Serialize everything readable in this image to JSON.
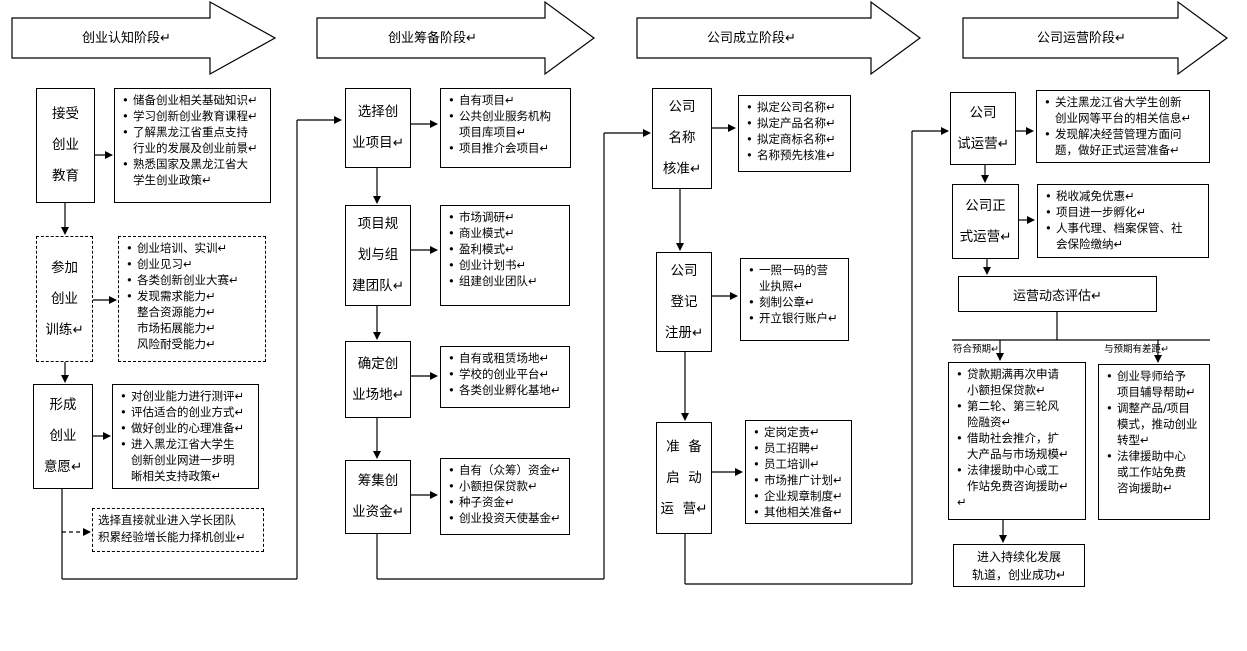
{
  "stages": [
    {
      "title": "创业认知阶段↵"
    },
    {
      "title": "创业筹备阶段↵"
    },
    {
      "title": "公司成立阶段↵"
    },
    {
      "title": "公司运营阶段↵"
    }
  ],
  "col1": {
    "edu": {
      "lines": [
        "接受",
        "创业",
        "教育"
      ],
      "items": [
        "储备创业相关基础知识↵",
        "学习创新创业教育课程↵",
        "了解黑龙江省重点支持",
        "行业的发展及创业前景↵",
        "熟悉国家及黑龙江省大",
        "学生创业政策↵"
      ]
    },
    "train": {
      "lines": [
        "参加",
        "创业",
        "训练↵"
      ],
      "items": [
        "创业培训、实训↵",
        "创业见习↵",
        "各类创新创业大赛↵",
        "发现需求能力↵",
        "整合资源能力↵",
        "市场拓展能力↵",
        "风险耐受能力↵"
      ]
    },
    "intent": {
      "lines": [
        "形成",
        "创业",
        "意愿↵"
      ],
      "items": [
        "对创业能力进行测评↵",
        "评估适合的创业方式↵",
        "做好创业的心理准备↵",
        "进入黑龙江省大学生",
        "创新创业网进一步明",
        "晰相关支持政策↵"
      ]
    },
    "alt": {
      "lines": [
        "选择直接就业进入学长团队",
        "积累经验增长能力择机创业↵"
      ]
    }
  },
  "col2": {
    "project": {
      "lines": [
        "选择创",
        "业项目↵"
      ],
      "items": [
        "自有项目↵",
        "公共创业服务机构",
        "项目库项目↵",
        "项目推介会项目↵"
      ]
    },
    "plan": {
      "lines": [
        "项目规",
        "划与组",
        "建团队↵"
      ],
      "items": [
        "市场调研↵",
        "商业模式↵",
        "盈利模式↵",
        "创业计划书↵",
        "组建创业团队↵"
      ]
    },
    "site": {
      "lines": [
        "确定创",
        "业场地↵"
      ],
      "items": [
        "自有或租赁场地↵",
        "学校的创业平台↵",
        "各类创业孵化基地↵"
      ]
    },
    "fund": {
      "lines": [
        "筹集创",
        "业资金↵"
      ],
      "items": [
        "自有（众筹）资金↵",
        "小额担保贷款↵",
        "种子资金↵",
        "创业投资天使基金↵"
      ]
    }
  },
  "col3": {
    "name": {
      "lines": [
        "公司",
        "名称",
        "核准↵"
      ],
      "items": [
        "拟定公司名称↵",
        "拟定产品名称↵",
        "拟定商标名称↵",
        "名称预先核准↵"
      ]
    },
    "register": {
      "lines": [
        "公司",
        "登记",
        "注册↵"
      ],
      "items": [
        "一照一码的营",
        "业执照↵",
        "刻制公章↵",
        "开立银行账户↵"
      ]
    },
    "prepare": {
      "lines": [
        "准  备",
        "启  动",
        "运  营↵"
      ],
      "items": [
        "定岗定责↵",
        "员工招聘↵",
        "员工培训↵",
        "市场推广计划↵",
        "企业规章制度↵",
        "其他相关准备↵"
      ]
    }
  },
  "col4": {
    "trial": {
      "lines": [
        "公司",
        "试运营↵"
      ],
      "items": [
        "关注黑龙江省大学生创新",
        "创业网等平台的相关信息↵",
        "发现解决经营管理方面问",
        "题，做好正式运营准备↵"
      ]
    },
    "formal": {
      "lines": [
        "公司正",
        "式运营↵"
      ],
      "items": [
        "税收减免优惠↵",
        "项目进一步孵化↵",
        "人事代理、档案保管、社",
        "会保险缴纳↵"
      ]
    },
    "eval": {
      "text": "运营动态评估↵"
    },
    "meet_label": "符合预期↵",
    "gap_label": "与预期有差距↵",
    "meet": {
      "items": [
        "贷款期满再次申请",
        "小额担保贷款↵",
        "第二轮、第三轮风",
        "险融资↵",
        "借助社会推介，扩",
        "大产品与市场规模↵",
        "法律援助中心或工",
        "作站免费咨询援助↵"
      ],
      "tail": "↵"
    },
    "gap": {
      "items": [
        "创业导师给予",
        "项目辅导帮助↵",
        "调整产品/项目",
        "模式，推动创业",
        "转型↵",
        "法律援助中心",
        "或工作站免费",
        "咨询援助↵"
      ]
    },
    "success": {
      "lines": [
        "进入持续化发展",
        "轨道，创业成功↵"
      ]
    }
  },
  "colors": {
    "line": "#000000",
    "background": "#ffffff"
  }
}
